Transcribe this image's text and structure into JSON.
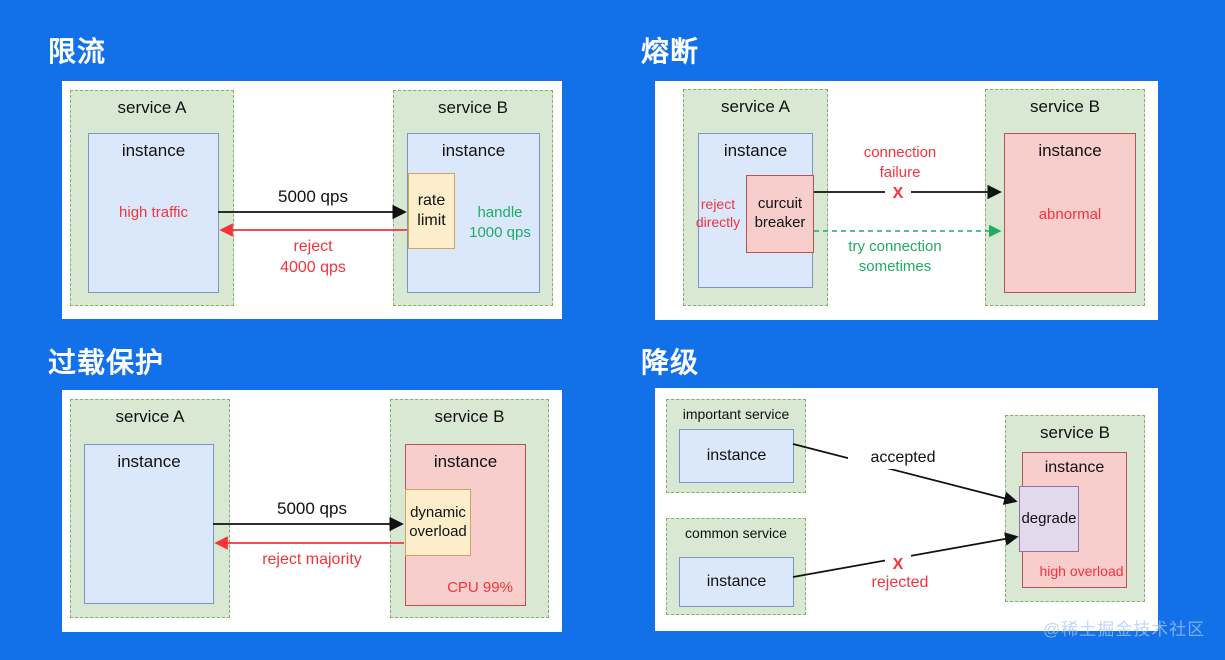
{
  "watermark": "@稀土掘金技术社区",
  "colors": {
    "background_blue": "#1271e8",
    "panel_white": "#ffffff",
    "service_green_fill": "#d9e8d3",
    "service_green_border": "#84ae6a",
    "instance_blue_fill": "#dbe8fb",
    "instance_blue_border": "#7a96c6",
    "instance_pink_fill": "#f7cecb",
    "instance_pink_border": "#b85450",
    "gate_yellow_fill": "#fdeecb",
    "gate_yellow_border": "#d2a35e",
    "degrade_purple_fill": "#e3d9ec",
    "degrade_purple_border": "#9673a6",
    "alert_red": "#f5333c",
    "ok_green": "#1fad64"
  },
  "rate_limit": {
    "title": "限流",
    "service_a_label": "service A",
    "instance_a_label": "instance",
    "instance_a_note": "high traffic",
    "service_b_label": "service B",
    "instance_b_label": "instance",
    "gate_label": "rate limit",
    "handle_note": "handle 1000 qps",
    "request_label": "5000 qps",
    "reject_label": "reject 4000 qps"
  },
  "circuit_break": {
    "title": "熔断",
    "service_a_label": "service A",
    "instance_a_label": "instance",
    "reject_note": "reject directly",
    "breaker_label": "curcuit breaker",
    "service_b_label": "service B",
    "instance_b_label": "instance",
    "instance_b_note": "abnormal",
    "failure_label": "connection failure",
    "failure_mark": "X",
    "retry_label": "try connection sometimes"
  },
  "overload": {
    "title": "过载保护",
    "service_a_label": "service A",
    "instance_a_label": "instance",
    "service_b_label": "service B",
    "instance_b_label": "instance",
    "gate_label": "dynamic overload",
    "cpu_note": "CPU 99%",
    "request_label": "5000 qps",
    "reject_label": "reject majority"
  },
  "degrade": {
    "title": "降级",
    "important_label": "important service",
    "important_instance_label": "instance",
    "common_label": "common service",
    "common_instance_label": "instance",
    "service_b_label": "service B",
    "instance_b_label": "instance",
    "gate_label": "degrade",
    "overload_note": "high overload",
    "accepted_label": "accepted",
    "rejected_label": "rejected",
    "reject_mark": "X"
  }
}
